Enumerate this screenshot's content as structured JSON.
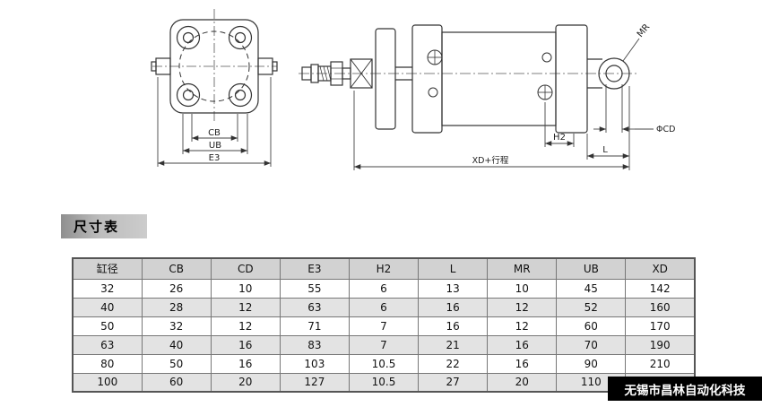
{
  "section": {
    "title": "尺寸表"
  },
  "watermark": {
    "text": "无锡市昌林自动化科技"
  },
  "drawings": {
    "end_view": {
      "labels": {
        "cb": "CB",
        "ub": "UB",
        "e3": "E3"
      }
    },
    "side_view": {
      "labels": {
        "mr": "MR",
        "cd": "ΦCD",
        "h2": "H2",
        "l": "L",
        "xd": "XD+行程"
      }
    }
  },
  "table": {
    "headers": [
      "缸径",
      "CB",
      "CD",
      "E3",
      "H2",
      "L",
      "MR",
      "UB",
      "XD"
    ],
    "rows": [
      [
        "32",
        "26",
        "10",
        "55",
        "6",
        "13",
        "10",
        "45",
        "142"
      ],
      [
        "40",
        "28",
        "12",
        "63",
        "6",
        "16",
        "12",
        "52",
        "160"
      ],
      [
        "50",
        "32",
        "12",
        "71",
        "7",
        "16",
        "12",
        "60",
        "170"
      ],
      [
        "63",
        "40",
        "16",
        "83",
        "7",
        "21",
        "16",
        "70",
        "190"
      ],
      [
        "80",
        "50",
        "16",
        "103",
        "10.5",
        "22",
        "16",
        "90",
        "210"
      ],
      [
        "100",
        "60",
        "20",
        "127",
        "10.5",
        "27",
        "20",
        "110",
        ""
      ]
    ]
  },
  "colors": {
    "header_bg": "#d2d2d2",
    "alt_row_bg": "#e3e3e3",
    "watermark_bg": "#000000",
    "line": "#333333"
  }
}
